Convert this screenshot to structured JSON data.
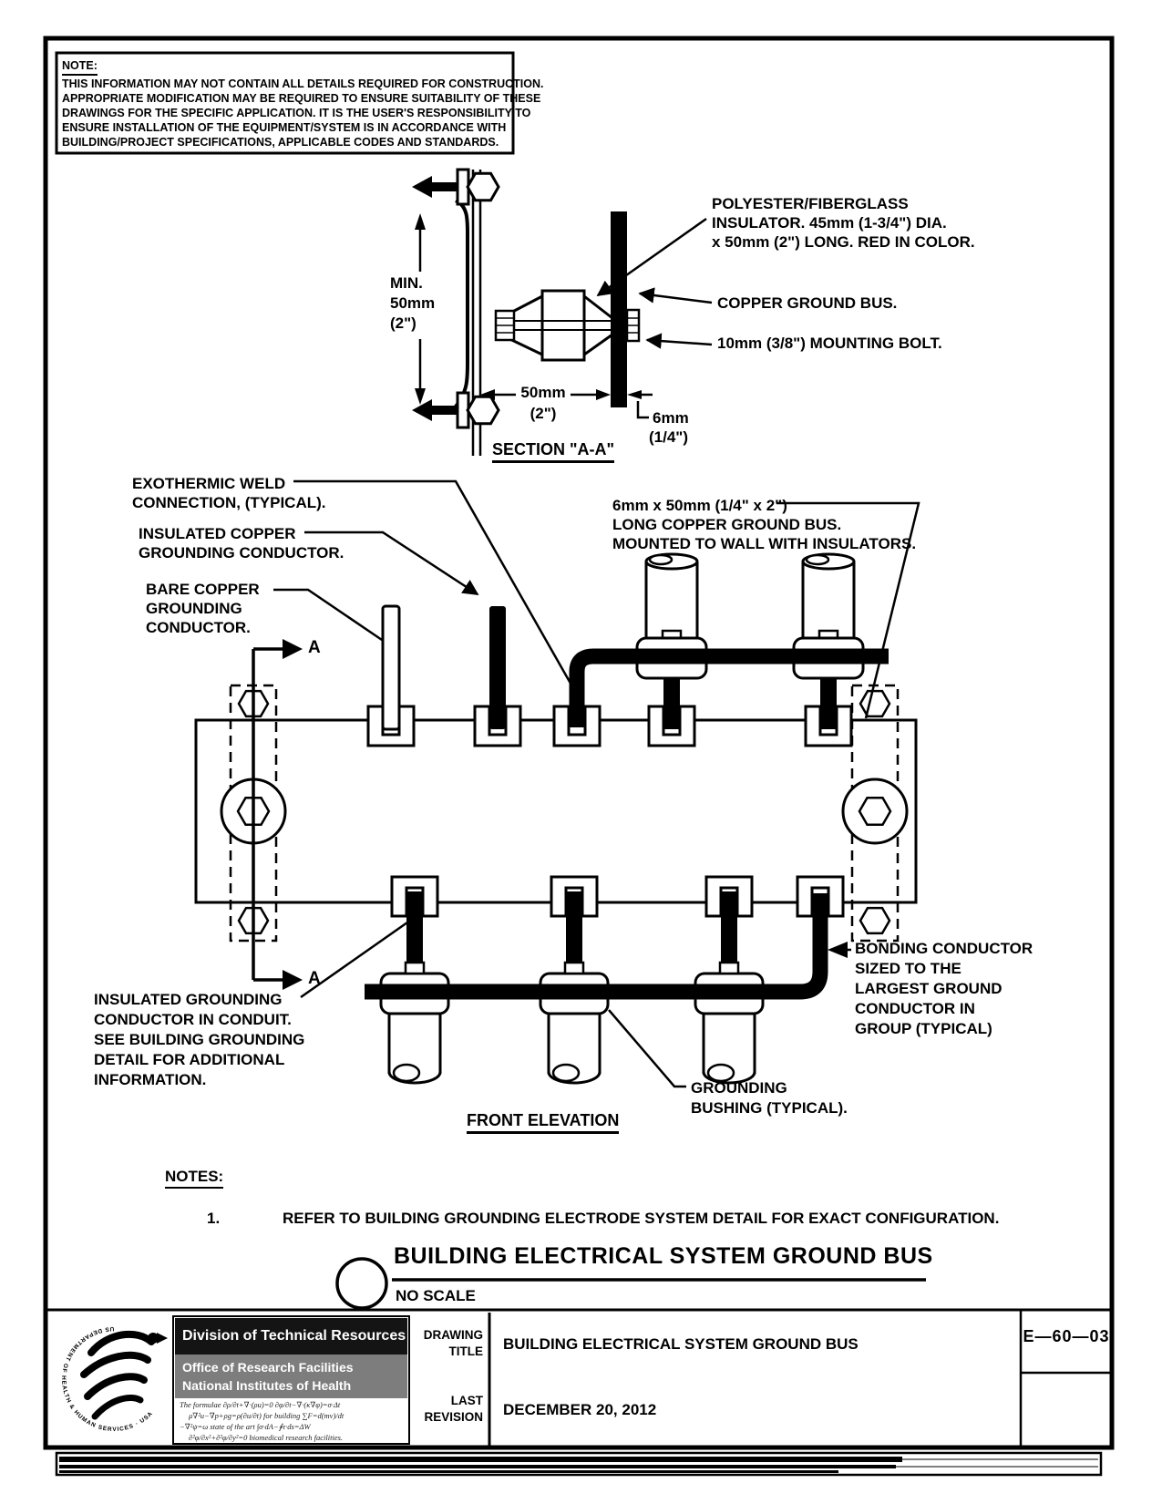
{
  "note_box": {
    "title": "NOTE:",
    "lines": [
      "THIS INFORMATION MAY NOT CONTAIN ALL DETAILS REQUIRED FOR CONSTRUCTION.",
      "APPROPRIATE MODIFICATION MAY BE REQUIRED TO ENSURE SUITABILITY OF THESE",
      "DRAWINGS FOR THE SPECIFIC APPLICATION.  IT IS THE USER'S RESPONSIBILITY TO",
      "ENSURE INSTALLATION OF THE EQUIPMENT/SYSTEM IS IN ACCORDANCE WITH",
      "BUILDING/PROJECT SPECIFICATIONS, APPLICABLE CODES AND STANDARDS."
    ]
  },
  "section_aa": {
    "title": "SECTION \"A-A\"",
    "min_dim": [
      "MIN.",
      "50mm",
      "(2\")"
    ],
    "insulator_label": [
      "POLYESTER/FIBERGLASS",
      "INSULATOR.  45mm (1-3/4\") DIA.",
      "x 50mm (2\") LONG.  RED IN COLOR."
    ],
    "bus_label": "COPPER GROUND BUS.",
    "bolt_label": "10mm (3/8\") MOUNTING BOLT.",
    "dim_width": [
      "50mm",
      "(2\")"
    ],
    "dim_thickness": [
      "6mm",
      "(1/4\")"
    ]
  },
  "elevation": {
    "title": "FRONT ELEVATION",
    "cut_marker": "A",
    "exothermic": [
      "EXOTHERMIC WELD",
      "CONNECTION, (TYPICAL)."
    ],
    "insulated_copper": [
      "INSULATED COPPER",
      "GROUNDING CONDUCTOR."
    ],
    "bare_copper": [
      "BARE COPPER",
      "GROUNDING",
      "CONDUCTOR."
    ],
    "ground_bus": [
      "6mm x 50mm (1/4\" x 2\")",
      "LONG COPPER GROUND BUS.",
      "MOUNTED TO WALL WITH INSULATORS."
    ],
    "insulated_grounding": [
      "INSULATED GROUNDING",
      "CONDUCTOR IN CONDUIT.",
      "SEE BUILDING GROUNDING",
      "DETAIL FOR ADDITIONAL",
      "INFORMATION."
    ],
    "bonding": [
      "BONDING CONDUCTOR",
      "SIZED TO THE",
      "LARGEST GROUND",
      "CONDUCTOR IN",
      "GROUP (TYPICAL)"
    ],
    "bushing": [
      "GROUNDING",
      "BUSHING (TYPICAL)."
    ]
  },
  "notes": {
    "title": "NOTES:",
    "item_number": "1.",
    "item_text": "REFER TO BUILDING GROUNDING ELECTRODE SYSTEM DETAIL FOR EXACT CONFIGURATION."
  },
  "main_title": {
    "text": "BUILDING ELECTRICAL SYSTEM GROUND BUS",
    "scale": "NO SCALE"
  },
  "title_block": {
    "division": "Division of Technical Resources",
    "office": "Office of Research Facilities",
    "institutes": "National Institutes of Health",
    "formula_lines": [
      "The formulae  ∂ρ/∂t+∇·(ρu)=0   ∂φ/∂t−∇·(κ∇φ)=σ·Δt",
      "μ∇²u−∇p+ρg=ρ(∂u/∂t)  for building  ∑F=d(mv)/dt",
      "−∇²ψ=ω  state of the art  ∫σ·dA−∮τ·ds=ΔW",
      "∂²φ/∂x²+∂²φ/∂y²=0  biomedical research facilities."
    ],
    "drawing_title_label": [
      "DRAWING",
      "TITLE"
    ],
    "drawing_title": "BUILDING ELECTRICAL SYSTEM GROUND BUS",
    "last_revision_label": [
      "LAST",
      "REVISION"
    ],
    "last_revision": "DECEMBER 20, 2012",
    "drawing_number": "E—60—03",
    "logo_arc_text": "US DEPARTMENT OF HEALTH & HUMAN SERVICES · USA"
  }
}
